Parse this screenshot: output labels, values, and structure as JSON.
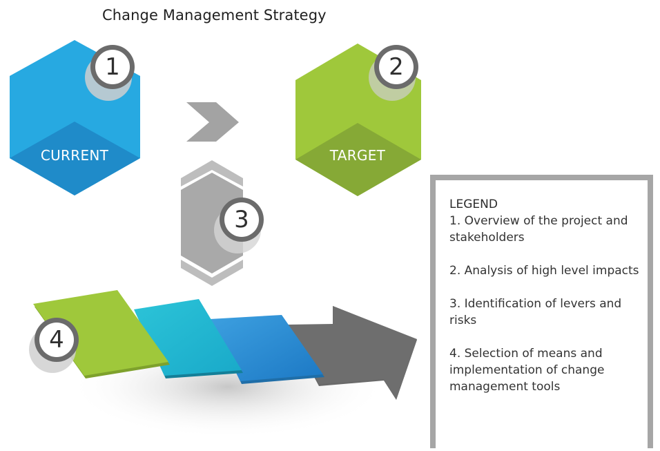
{
  "title": "Change Management Strategy",
  "current": {
    "label": "CURRENT",
    "number": "1",
    "color": "#27a9e1"
  },
  "target": {
    "label": "TARGET",
    "number": "2",
    "color": "#9fc83b"
  },
  "step3": {
    "number": "3"
  },
  "step4": {
    "number": "4"
  },
  "legend": {
    "title": "LEGEND",
    "items": [
      "1. Overview of the project and stakeholders",
      "2. Analysis of high level impacts",
      "3. Identification of levers and risks",
      "4. Selection of means and implementation of change management tools"
    ]
  }
}
